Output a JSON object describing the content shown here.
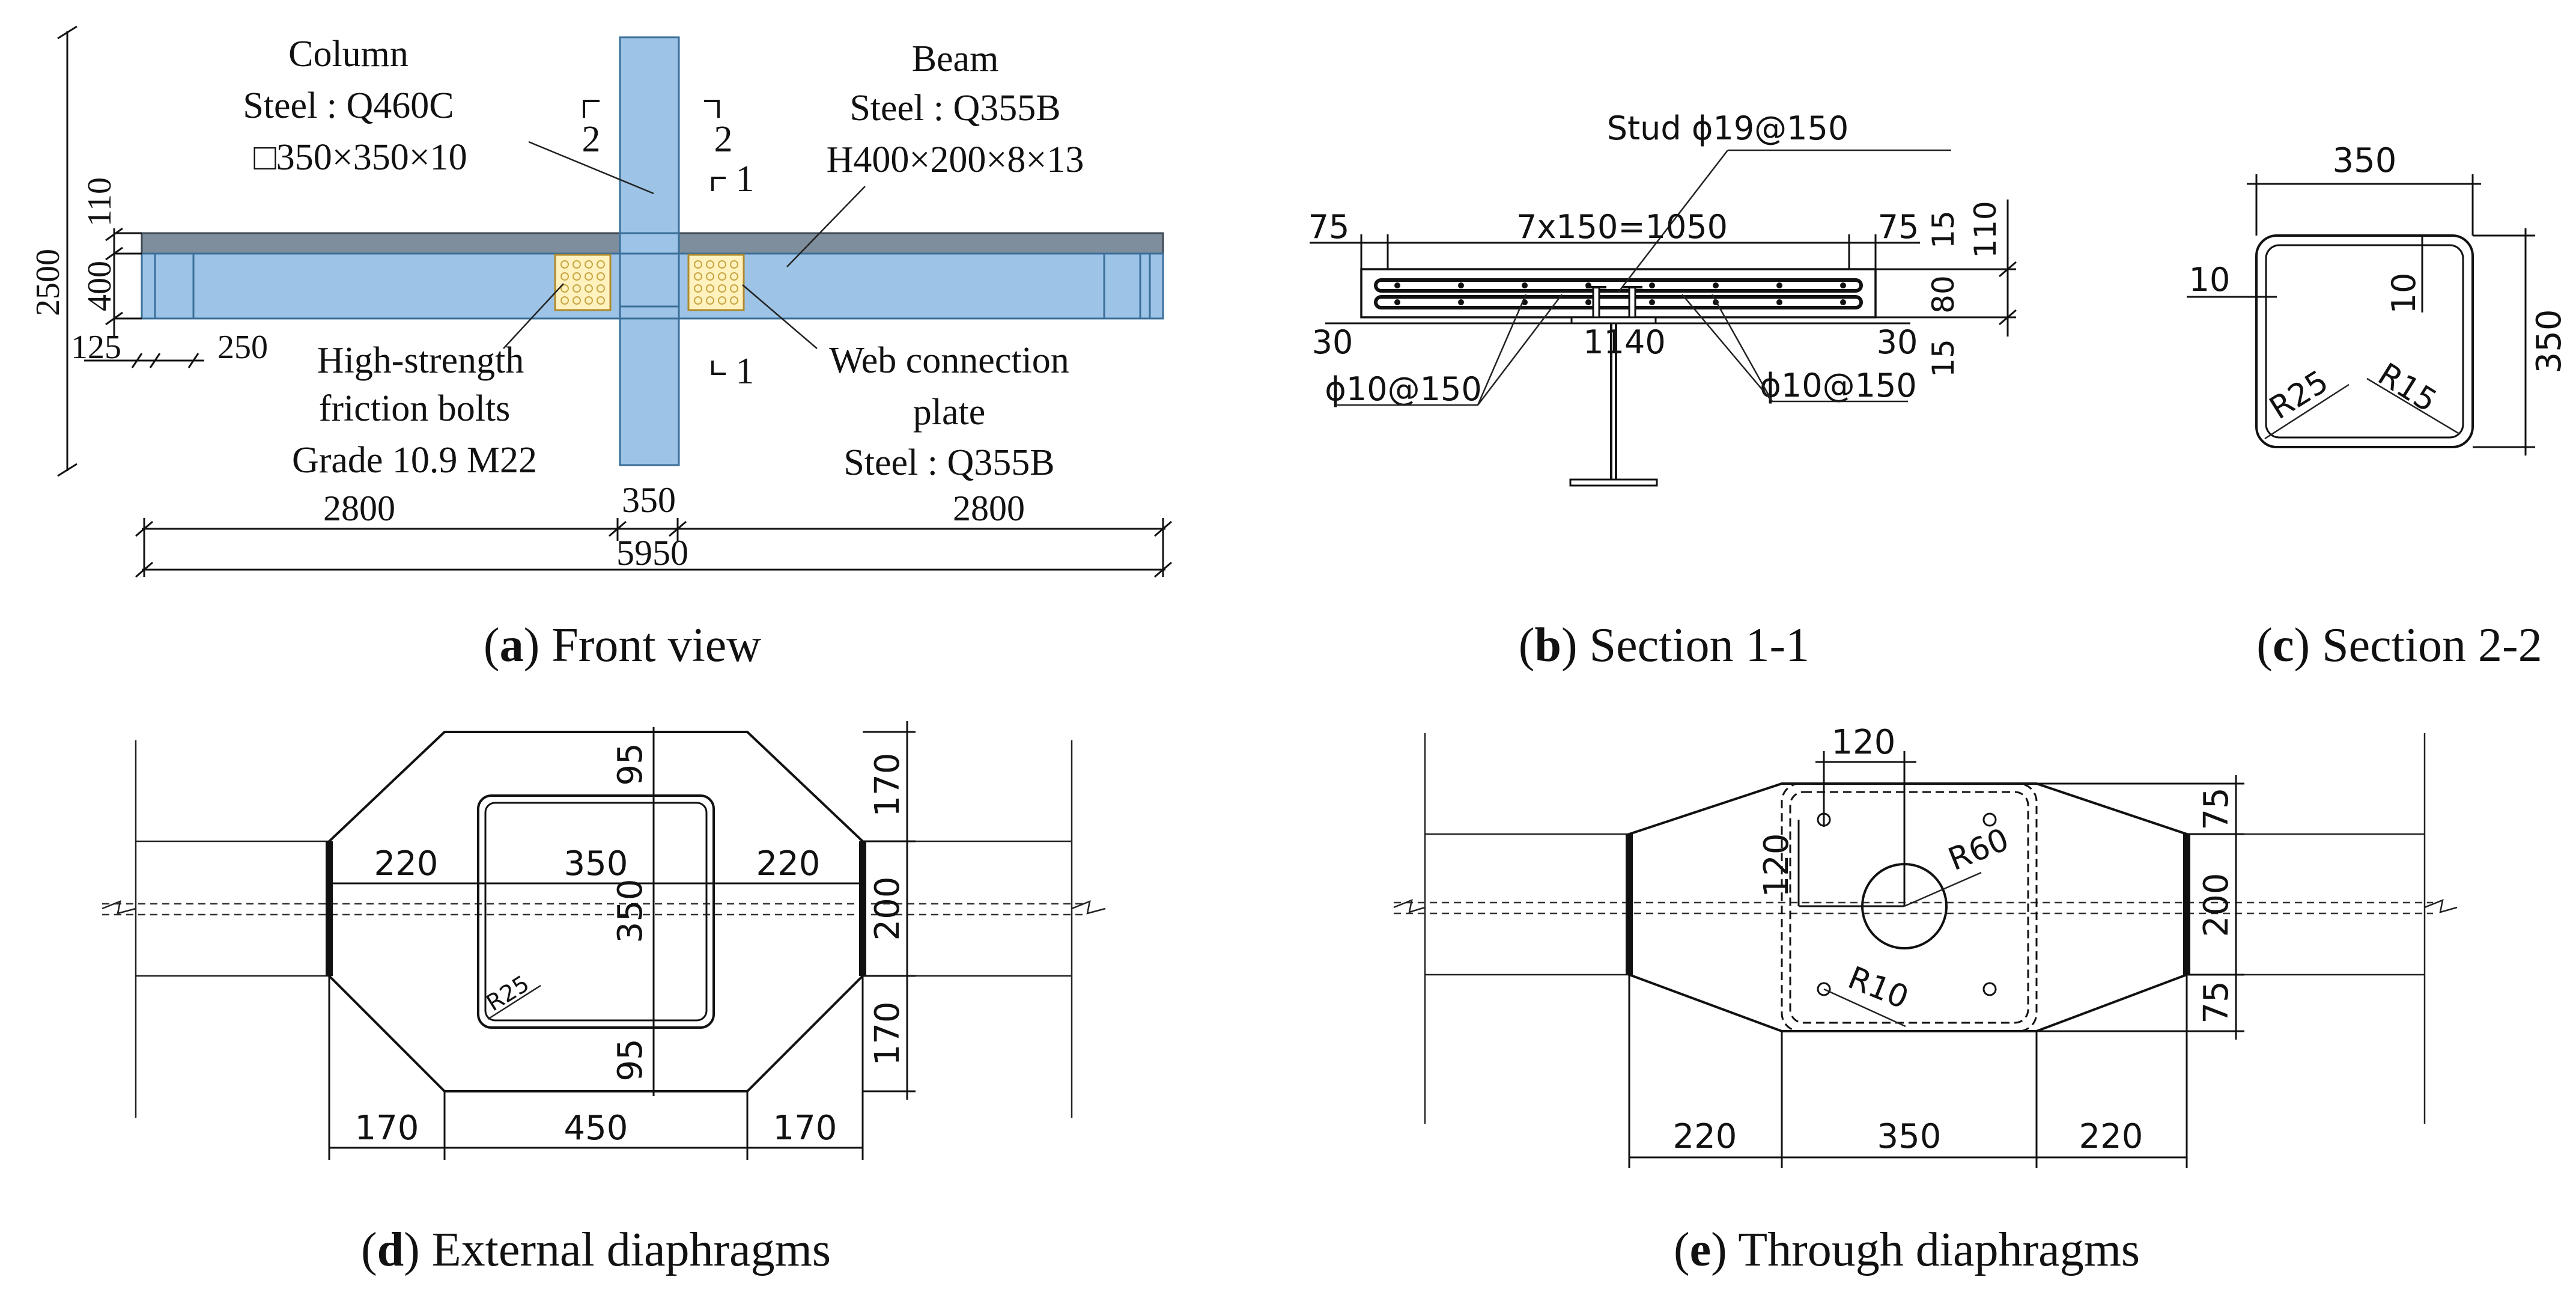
{
  "panels": {
    "a": {
      "caption_letter": "a",
      "caption_text": "Front view",
      "column_label": "Column",
      "column_steel": "Steel : Q460C",
      "column_section": "□350×350×10",
      "beam_label": "Beam",
      "beam_steel": "Steel : Q355B",
      "beam_section": "H400×200×8×13",
      "bolts_line1": "High-strength",
      "bolts_line2": "friction bolts",
      "bolts_line3": "Grade 10.9 M22",
      "plate_line1": "Web connection",
      "plate_line2": "plate",
      "plate_line3": "Steel : Q355B",
      "section_mark_2": "2",
      "section_mark_1": "1",
      "dim_height_total": "2500",
      "dim_slab": "110",
      "dim_beam_depth": "400",
      "dim_125": "125",
      "dim_250": "250",
      "dim_left": "2800",
      "dim_col": "350",
      "dim_right": "2800",
      "dim_total": "5950",
      "colors": {
        "steel": "#9dc3e6",
        "slab": "#7f8e9c",
        "bolt_plate": "#fff2bf",
        "bolt": "#c9a642"
      }
    },
    "b": {
      "caption_letter": "b",
      "caption_text": "Section 1-1",
      "stud": "Stud ɸ19@150",
      "dim_75_left": "75",
      "dim_spacing": "7x150=1050",
      "dim_75_right": "75",
      "dim_15_top": "15",
      "dim_110": "110",
      "dim_80": "80",
      "dim_15_bottom": "15",
      "dim_30_left": "30",
      "dim_1140": "1140",
      "dim_30_right": "30",
      "rebar_left": "ɸ10@150",
      "rebar_right": "ɸ10@150"
    },
    "c": {
      "caption_letter": "c",
      "caption_text": "Section 2-2",
      "dim_width": "350",
      "dim_height": "350",
      "dim_t_left": "10",
      "dim_t_top": "10",
      "r_outer": "R25",
      "r_inner": "R15"
    },
    "d": {
      "caption_letter": "d",
      "caption_text": "External diaphragms",
      "dim_95_top": "95",
      "dim_170_top": "170",
      "dim_220_left": "220",
      "dim_350_h": "350",
      "dim_220_right": "220",
      "dim_350_v": "350",
      "dim_200": "200",
      "dim_95_bottom": "95",
      "dim_170_bottom": "170",
      "radius": "R25",
      "dim_170_left_bottom": "170",
      "dim_450": "450",
      "dim_170_right_bottom": "170"
    },
    "e": {
      "caption_letter": "e",
      "caption_text": "Through diaphragms",
      "dim_120_h": "120",
      "dim_120_v": "120",
      "r_hole": "R60",
      "r_bolt": "R10",
      "dim_75_top": "75",
      "dim_200": "200",
      "dim_75_bottom": "75",
      "dim_220_left": "220",
      "dim_350": "350",
      "dim_220_right": "220"
    }
  }
}
